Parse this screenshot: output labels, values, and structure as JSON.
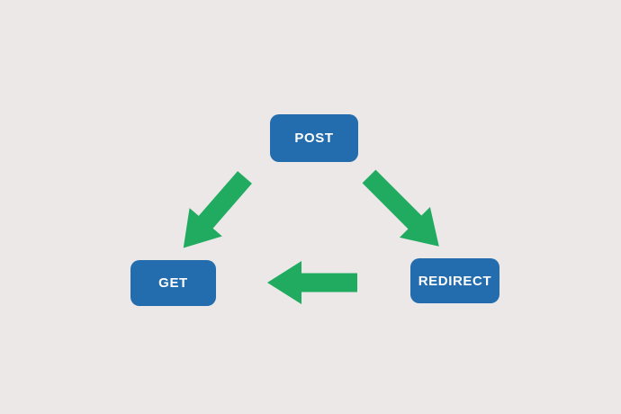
{
  "colors": {
    "background": "#ece8e7",
    "node_fill": "#236cad",
    "node_text": "#ffffff",
    "arrow": "#21ab60"
  },
  "nodes": {
    "post": {
      "label": "POST"
    },
    "get": {
      "label": "GET"
    },
    "redirect": {
      "label": "REDIRECT"
    }
  },
  "edges": [
    {
      "from": "POST",
      "to": "GET",
      "direction": "down-left"
    },
    {
      "from": "POST",
      "to": "REDIRECT",
      "direction": "down-right"
    },
    {
      "from": "REDIRECT",
      "to": "GET",
      "direction": "left"
    }
  ]
}
